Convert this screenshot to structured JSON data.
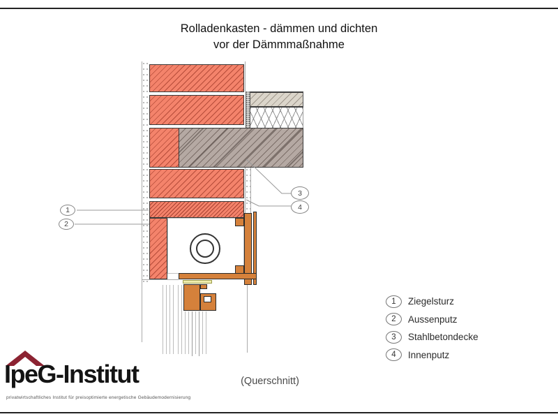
{
  "page": {
    "title_line1": "Rolladenkasten - dämmen und dichten",
    "title_line2": "vor der Dämmmaßnahme",
    "caption": "(Querschnitt)"
  },
  "callouts": [
    {
      "num": "1"
    },
    {
      "num": "2"
    },
    {
      "num": "3"
    },
    {
      "num": "4"
    }
  ],
  "legend": {
    "items": [
      {
        "num": "1",
        "label": "Ziegelsturz"
      },
      {
        "num": "2",
        "label": "Aussenputz"
      },
      {
        "num": "3",
        "label": "Stahlbetondecke"
      },
      {
        "num": "4",
        "label": "Innenputz"
      }
    ]
  },
  "logo": {
    "name": "IpeG-Institut",
    "tagline": "privatwirtschaftliches Institut für preisoptimierte energetische Gebäudemodernisierung"
  },
  "colors": {
    "brick": "#F4836B",
    "concrete": "#B5A9A3",
    "screed": "#DBD5CA",
    "wood": "#D5813B",
    "seal": "#EFEDAD",
    "logo_red": "#8C2332"
  }
}
